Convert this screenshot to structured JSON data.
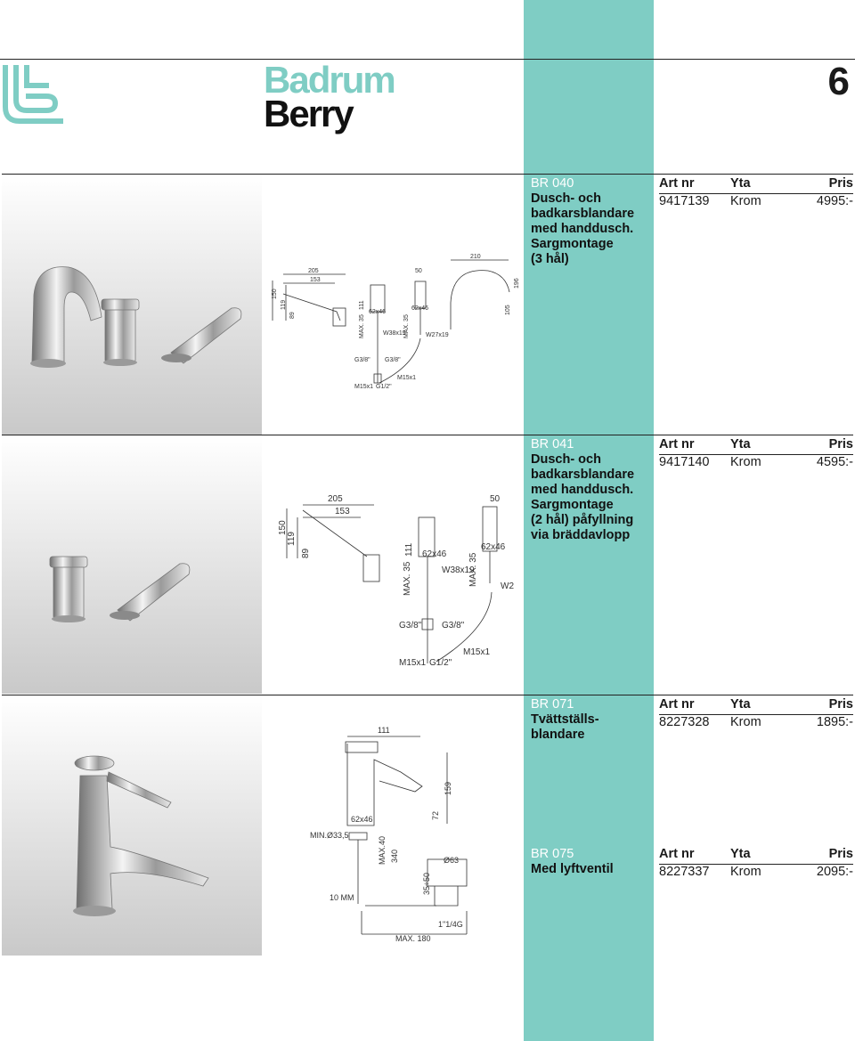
{
  "header": {
    "category": "Badrum",
    "series": "Berry",
    "page_number": "6"
  },
  "colors": {
    "accent": "#7fcdc4",
    "text": "#111111"
  },
  "table_headers": {
    "art": "Art nr",
    "yta": "Yta",
    "pris": "Pris"
  },
  "products": [
    {
      "code": "BR 040",
      "description": [
        "Dusch- och",
        "badkarsblandare",
        "med handdusch.",
        "Sargmontage",
        "(3 hål)"
      ],
      "rows": [
        {
          "art": "9417139",
          "yta": "Krom",
          "pris": "4995:-"
        }
      ],
      "dims": {
        "d205": "205",
        "d153": "153",
        "d150": "150",
        "d119": "119",
        "d89": "89",
        "d111": "111",
        "max35a": "MAX. 35",
        "d62a": "62x46",
        "w38": "W38x19",
        "d50": "50",
        "max35b": "MAX. 35",
        "d62b": "62x46",
        "w27": "W27x19",
        "d210": "210",
        "d196": "196",
        "d105": "105",
        "g38a": "G3/8\"",
        "g38b": "G3/8\"",
        "m15a": "M15x1",
        "g12": "G1/2\"",
        "m15b": "M15x1"
      }
    },
    {
      "code": "BR 041",
      "description": [
        "Dusch- och",
        "badkarsblandare",
        "med handdusch.",
        "Sargmontage",
        "(2 hål) påfyllning",
        "via bräddavlopp"
      ],
      "rows": [
        {
          "art": "9417140",
          "yta": "Krom",
          "pris": "4595:-"
        }
      ],
      "dims": {
        "d205": "205",
        "d153": "153",
        "d150": "150",
        "d119": "119",
        "d89": "89",
        "d111": "111",
        "max35a": "MAX. 35",
        "d62a": "62x46",
        "w38": "W38x19",
        "d50": "50",
        "max35b": "MAX. 35",
        "d62b": "62x46",
        "w2": "W2",
        "g38a": "G3/8\"",
        "g38b": "G3/8\"",
        "m15a": "M15x1",
        "g12": "G1/2\"",
        "m15b": "M15x1"
      }
    },
    {
      "code": "BR 071",
      "description": [
        "Tvättställs-",
        "blandare"
      ],
      "rows": [
        {
          "art": "8227328",
          "yta": "Krom",
          "pris": "1895:-"
        }
      ],
      "dims": {
        "d111": "111",
        "d159": "159",
        "d72": "72",
        "d62": "62x46",
        "min": "MIN.Ø33,5",
        "max40": "MAX.40",
        "d340": "340",
        "d63": "Ø63",
        "d3550": "35÷50",
        "mm10": "10 MM",
        "thread": "1\"1/4G",
        "max180": "MAX. 180"
      }
    },
    {
      "code": "BR 075",
      "description": [
        "Med lyftventil"
      ],
      "rows": [
        {
          "art": "8227337",
          "yta": "Krom",
          "pris": "2095:-"
        }
      ]
    }
  ]
}
